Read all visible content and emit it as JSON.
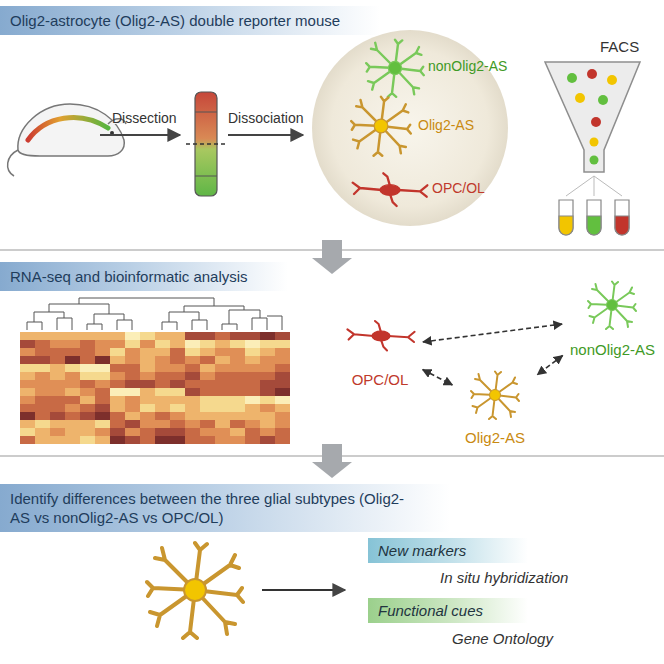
{
  "diagram": {
    "nodes": [
      {
        "text": [
          "Olig2-astrocyte (Olig2-AS) double reporter mouse"
        ]
      },
      {
        "text": [
          "RNA-seq and bioinformatic analysis"
        ]
      },
      {
        "text": [
          "OPC/OL"
        ]
      },
      {
        "text": [
          "nonOlig2-AS"
        ]
      },
      {
        "text": [
          "Olig2-AS"
        ]
      },
      {
        "text": [
          "Identify differences between the three glial subtypes (Olig2-AS vs nonOlig2-AS vs OPC/OL)"
        ]
      },
      {
        "text": [
          "New markers"
        ]
      },
      {
        "text": [
          "Functional cues"
        ]
      }
    ],
    "edges": [
      {
        "from": 2,
        "to": 3,
        "arrow": "both"
      },
      {
        "from": 2,
        "to": 4,
        "arrow": "both"
      },
      {
        "from": 3,
        "to": 4,
        "arrow": "both"
      }
    ],
    "labels": [
      "Dissection",
      "Dissociation",
      "nonOlig2-AS",
      "Olig2-AS",
      "OPC/OL",
      "FACS",
      "In situ hybridization",
      "Gene Ontology"
    ]
  }
}
